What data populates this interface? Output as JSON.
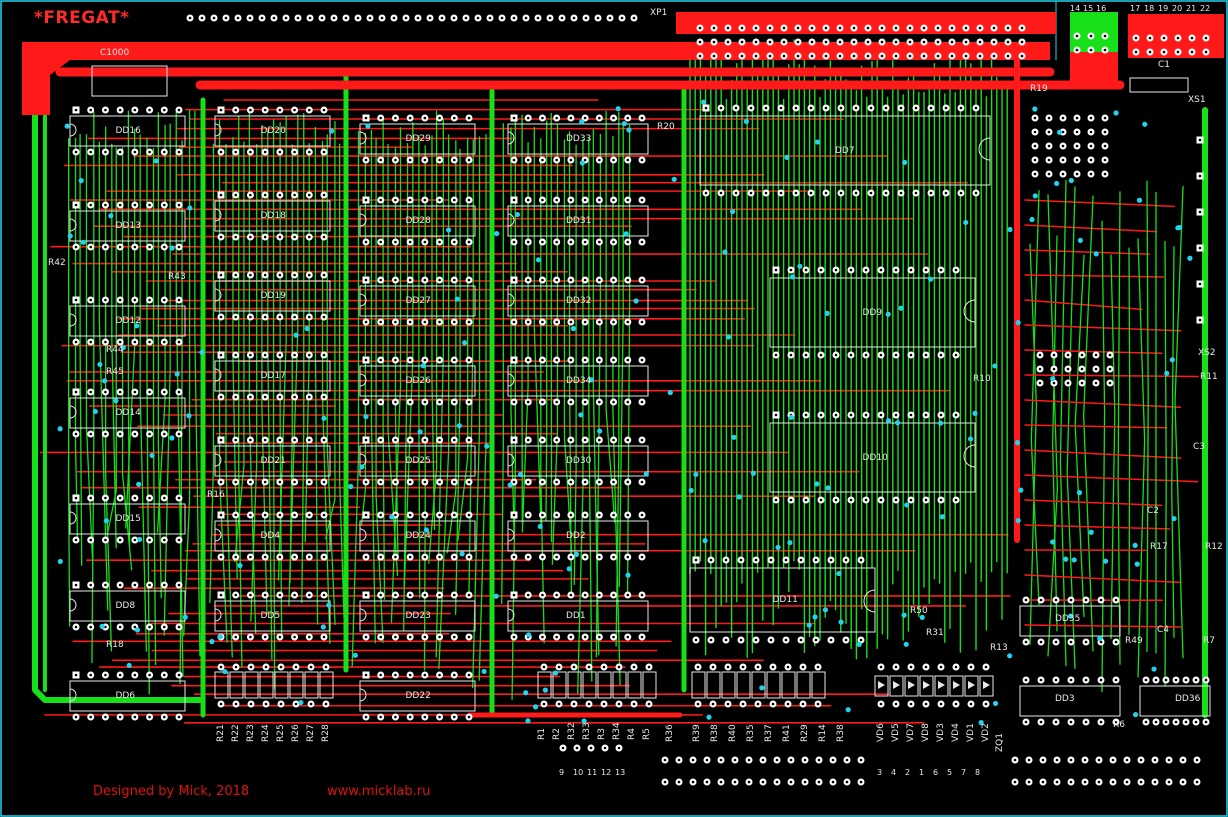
{
  "board": {
    "title": "*FREGAT*",
    "designer": "Designed by Mick, 2018",
    "website": "www.micklab.ru"
  },
  "colors": {
    "background": "#000000",
    "top_copper": "#ff1a1a",
    "bottom_copper": "#18e018",
    "silkscreen": "#e8e8e8",
    "pads": "#ffffff",
    "vias": "#22d3ee",
    "outline": "#22d3ee",
    "text": "#e01010"
  },
  "chips": [
    {
      "ref": "DD16"
    },
    {
      "ref": "DD13"
    },
    {
      "ref": "DD12"
    },
    {
      "ref": "DD14"
    },
    {
      "ref": "DD15"
    },
    {
      "ref": "DD8"
    },
    {
      "ref": "DD6"
    },
    {
      "ref": "DD20"
    },
    {
      "ref": "DD18"
    },
    {
      "ref": "DD19"
    },
    {
      "ref": "DD17"
    },
    {
      "ref": "DD21"
    },
    {
      "ref": "DD4"
    },
    {
      "ref": "DD5"
    },
    {
      "ref": "DD29"
    },
    {
      "ref": "DD28"
    },
    {
      "ref": "DD27"
    },
    {
      "ref": "DD26"
    },
    {
      "ref": "DD25"
    },
    {
      "ref": "DD24"
    },
    {
      "ref": "DD23"
    },
    {
      "ref": "DD22"
    },
    {
      "ref": "DD33"
    },
    {
      "ref": "DD31"
    },
    {
      "ref": "DD32"
    },
    {
      "ref": "DD34"
    },
    {
      "ref": "DD30"
    },
    {
      "ref": "DD2"
    },
    {
      "ref": "DD1"
    },
    {
      "ref": "DD7"
    },
    {
      "ref": "DD9"
    },
    {
      "ref": "DD10"
    },
    {
      "ref": "DD11"
    },
    {
      "ref": "DD3"
    },
    {
      "ref": "DD36"
    },
    {
      "ref": "DD35"
    }
  ],
  "components": [
    "C1000",
    "C1",
    "XP1",
    "XS1",
    "XS2",
    "R19",
    "R20",
    "R42",
    "R43",
    "R44",
    "R45",
    "R18",
    "R16",
    "R10",
    "R11",
    "R12",
    "R13",
    "R17",
    "R31",
    "R50",
    "R49",
    "R6",
    "R7",
    "C2",
    "C3",
    "C4"
  ],
  "connector_pins": {
    "top_group_a": [
      "14",
      "15",
      "16"
    ],
    "top_group_b": [
      "17",
      "18",
      "19",
      "20",
      "21",
      "22"
    ],
    "bottom_left": [
      "9",
      "10",
      "11",
      "12",
      "13"
    ],
    "bottom_right": [
      "3",
      "4",
      "2",
      "1",
      "6",
      "5",
      "7",
      "8"
    ]
  },
  "resistor_array_labels": {
    "group1": [
      "R21",
      "R22",
      "R23",
      "R24",
      "R25",
      "R26",
      "R27",
      "R28"
    ],
    "group2": [
      "R1",
      "R2",
      "R32",
      "R33",
      "R3",
      "R34",
      "R4",
      "R5"
    ],
    "group3": [
      "R36"
    ],
    "group4": [
      "R39",
      "R38",
      "R40",
      "R35",
      "R37",
      "R41",
      "R29",
      "R14",
      "R38"
    ],
    "diodes": [
      "VD6",
      "VD5",
      "VD7",
      "VD8",
      "VD3",
      "VD4",
      "VD1",
      "VD2"
    ],
    "zener": "ZQ1"
  }
}
